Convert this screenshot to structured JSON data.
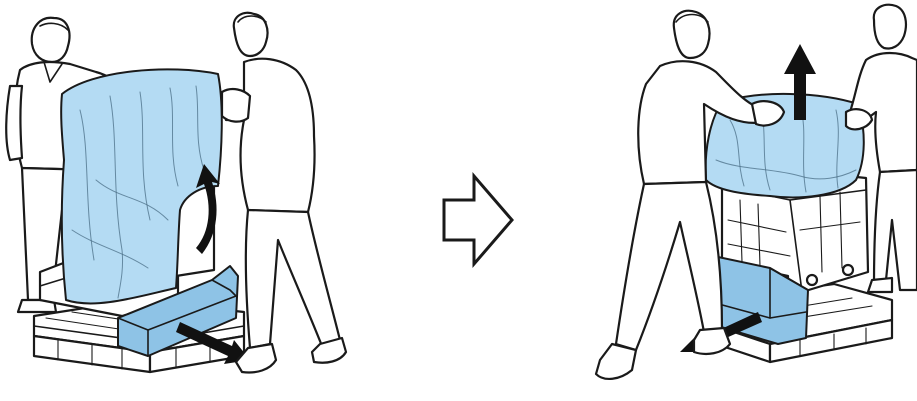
{
  "colors": {
    "cover_blue": "#b4dbf3",
    "cushion_blue": "#8ec3e6",
    "arrow_black": "#111111",
    "line": "#1a1a1a"
  },
  "steps": [
    {
      "id": "remove-cover-step-1",
      "actions": [
        "lift-cover-arrow",
        "pull-cushion-arrow"
      ]
    },
    {
      "id": "remove-cover-step-2",
      "actions": [
        "lift-cover-up-arrow",
        "pull-cushion-arrow"
      ]
    }
  ],
  "icons": [
    "next-step-arrow-icon",
    "curved-arrow-icon",
    "up-arrow-icon",
    "diagonal-arrow-icon"
  ]
}
